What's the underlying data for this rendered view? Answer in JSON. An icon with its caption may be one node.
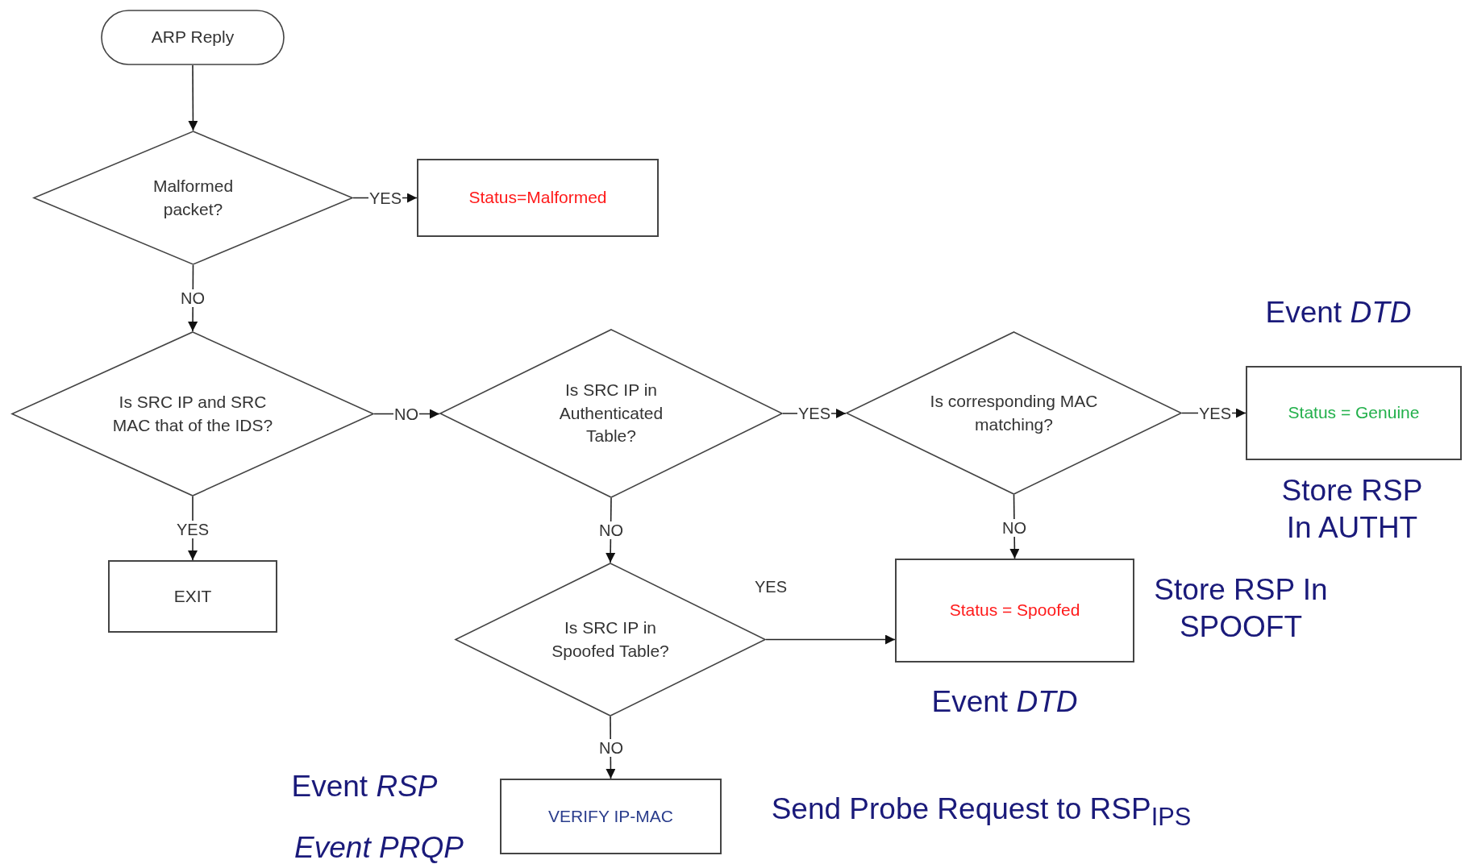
{
  "diagram": {
    "nodes": [
      {
        "text": [
          "ARP Reply"
        ]
      },
      {
        "text": [
          "Malformed packet?"
        ]
      },
      {
        "text": [
          "Status=Malformed"
        ]
      },
      {
        "text": [
          "Is SRC IP and SRC MAC that of the IDS?"
        ]
      },
      {
        "text": [
          "Is SRC IP in Authenticated Table?"
        ]
      },
      {
        "text": [
          "Is corresponding MAC matching?"
        ]
      },
      {
        "text": [
          "Status = Genuine"
        ]
      },
      {
        "text": [
          "EXIT"
        ]
      },
      {
        "text": [
          "Is SRC IP in Spoofed Table?"
        ]
      },
      {
        "text": [
          "Status = Spoofed"
        ]
      },
      {
        "text": [
          "VERIFY IP-MAC"
        ]
      }
    ],
    "edges": [
      {
        "from": 0,
        "to": 1,
        "arrow": "to"
      },
      {
        "from": 1,
        "to": 2,
        "arrow": "to",
        "label": "YES"
      },
      {
        "from": 1,
        "to": 3,
        "arrow": "to",
        "label": "NO"
      },
      {
        "from": 3,
        "to": 4,
        "arrow": "to",
        "label": "NO"
      },
      {
        "from": 3,
        "to": 7,
        "arrow": "to",
        "label": "YES"
      },
      {
        "from": 4,
        "to": 5,
        "arrow": "to",
        "label": "YES"
      },
      {
        "from": 5,
        "to": 6,
        "arrow": "to",
        "label": "YES"
      },
      {
        "from": 5,
        "to": 9,
        "arrow": "to",
        "label": "NO"
      },
      {
        "from": 4,
        "to": 8,
        "arrow": "to",
        "label": "NO"
      },
      {
        "from": 8,
        "to": 9,
        "arrow": "to",
        "label": "YES"
      },
      {
        "from": 8,
        "to": 10,
        "arrow": "to",
        "label": "NO"
      }
    ],
    "labels": [
      "Event *DTD*",
      "Store RSP In AUTHT",
      "Store RSP In SPOOFT",
      "Event *DTD*",
      "Event *RSP*",
      "Send Probe  Request to RSP$_{IPS}$",
      "Event PRQP"
    ]
  }
}
